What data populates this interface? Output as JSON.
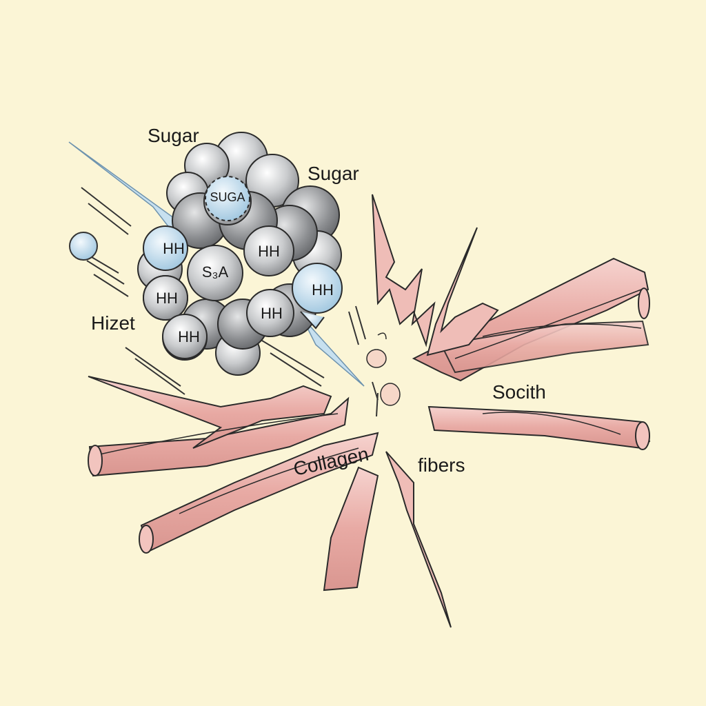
{
  "diagram": {
    "labels": {
      "sugar_top": "Sugar",
      "sugar_right": "Sugar",
      "hizet": "Hizet",
      "socith": "Socith",
      "collagen": "Collagen",
      "fibers": "fibers"
    },
    "atoms": {
      "suga_inner": "SUGA",
      "s3a": "S₃A",
      "h1": "HH",
      "h2": "HH",
      "h3": "HH",
      "h4": "HH",
      "h5": "HH",
      "h6": "HH"
    }
  },
  "colors": {
    "background": "#fbf5d6",
    "fiber": "#eab3ae",
    "fiber_stroke": "#2a2a2a",
    "atom_gray": "#9a9c9f",
    "atom_light": "#d9dbdd",
    "atom_blue": "#b9d8ea"
  }
}
